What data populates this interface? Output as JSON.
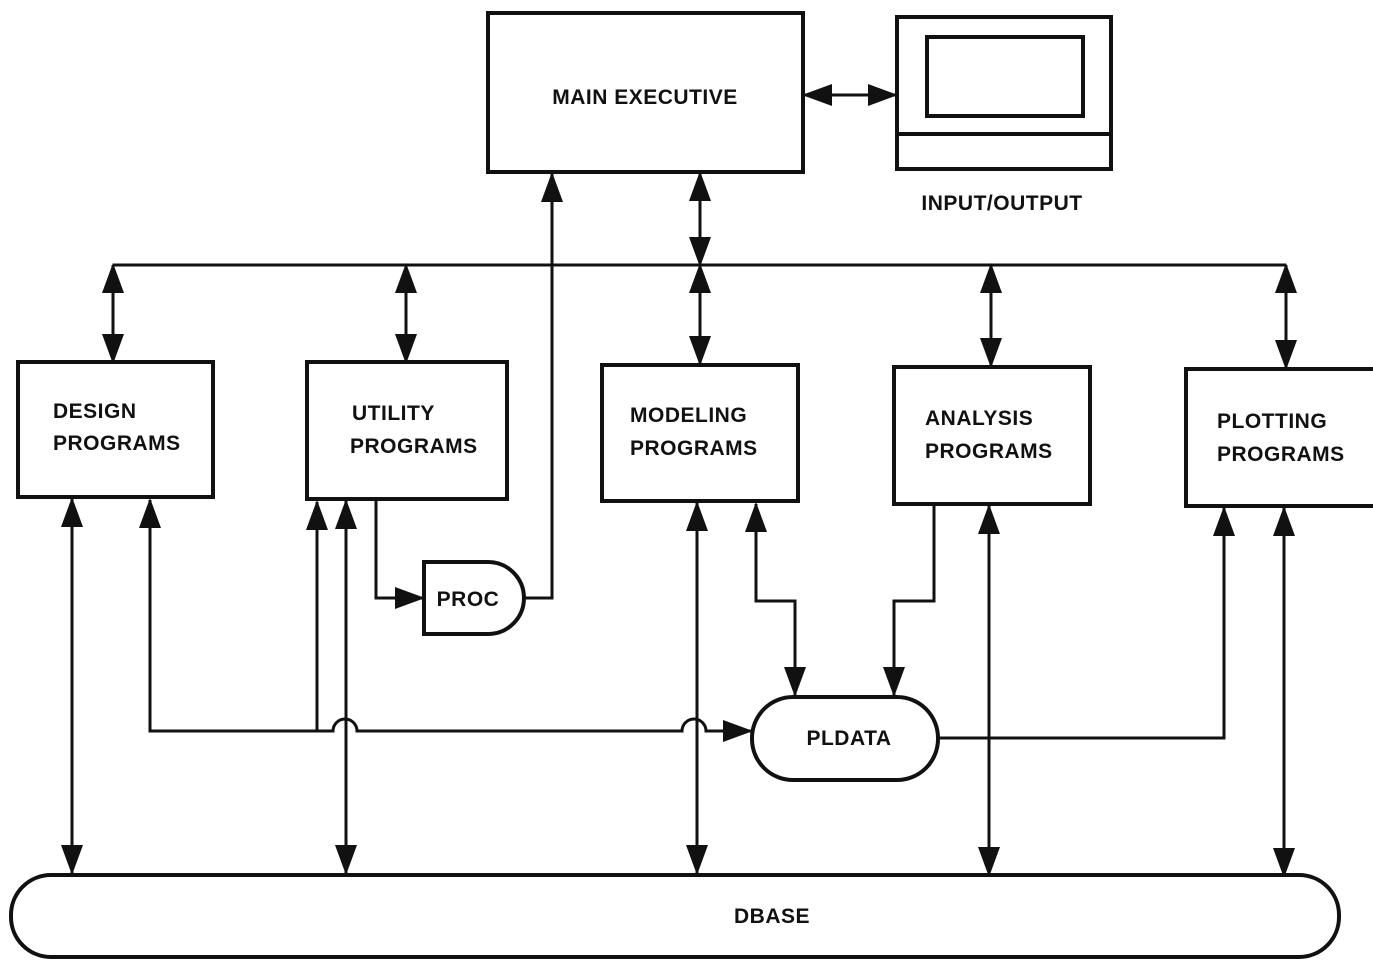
{
  "nodes": {
    "main_executive": "MAIN EXECUTIVE",
    "input_output": "INPUT/OUTPUT",
    "design": [
      "DESIGN",
      "PROGRAMS"
    ],
    "utility": [
      "UTILITY",
      "PROGRAMS"
    ],
    "modeling": [
      "MODELING",
      "PROGRAMS"
    ],
    "analysis": [
      "ANALYSIS",
      "PROGRAMS"
    ],
    "plotting": [
      "PLOTTING",
      "PROGRAMS"
    ],
    "proc": "PROC",
    "pldata": "PLDATA",
    "dbase": "DBASE"
  }
}
